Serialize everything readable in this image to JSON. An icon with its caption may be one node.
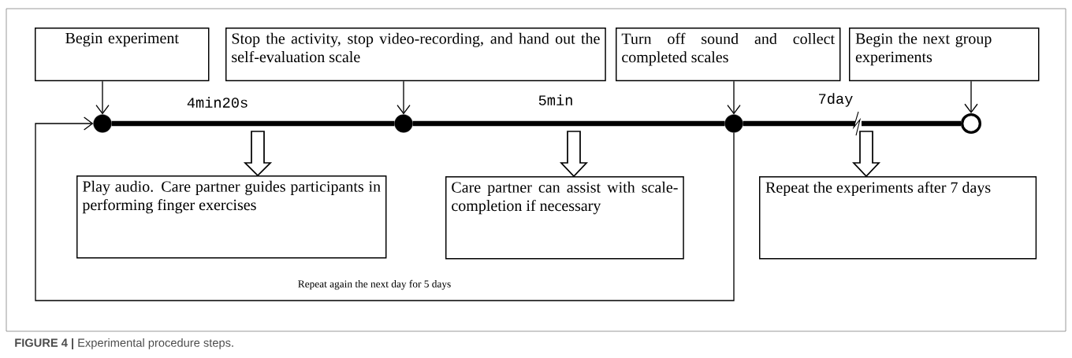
{
  "diagram": {
    "caption": "**FIGURE 4 |** Experimental procedure steps.",
    "nodes": [
      {
        "text": [
          "Begin experiment"
        ]
      },
      {
        "text": [
          "Stop the activity, stop video-recording, and hand out the self-evaluation scale"
        ]
      },
      {
        "text": [
          "Turn off sound and collect completed scales"
        ]
      },
      {
        "text": [
          "Begin the next group experiments"
        ]
      },
      {
        "text": [],
        "shape": "circle"
      },
      {
        "text": [],
        "shape": "circle"
      },
      {
        "text": [],
        "shape": "circle"
      },
      {
        "text": [],
        "shape": "circle"
      },
      {
        "text": [
          "Play audio. Care partner guides participants in performing finger exercises"
        ]
      },
      {
        "text": [
          "Care partner can assist with scale-completion if necessary"
        ]
      },
      {
        "text": [
          "Repeat the experiments after 7 days"
        ]
      }
    ],
    "edges": [
      {
        "from": 0,
        "to": 4,
        "arrow": "to"
      },
      {
        "from": 1,
        "to": 5,
        "arrow": "to"
      },
      {
        "from": 2,
        "to": 6,
        "arrow": "to"
      },
      {
        "from": 3,
        "to": 7,
        "arrow": "to"
      },
      {
        "from": 4,
        "to": 5,
        "arrow": "none",
        "style": "thick",
        "label": "4min20s"
      },
      {
        "from": 5,
        "to": 6,
        "arrow": "none",
        "style": "thick",
        "label": "5min"
      },
      {
        "from": 6,
        "to": 7,
        "arrow": "none",
        "style": "thick",
        "label": "7day"
      },
      {
        "from": null,
        "to": 8,
        "arrow": "to"
      },
      {
        "from": null,
        "to": 9,
        "arrow": "to"
      },
      {
        "from": null,
        "to": 10,
        "arrow": "to"
      },
      {
        "from": 6,
        "to": 4,
        "arrow": "to",
        "label": "Repeat again the next day for 5 days"
      }
    ]
  }
}
